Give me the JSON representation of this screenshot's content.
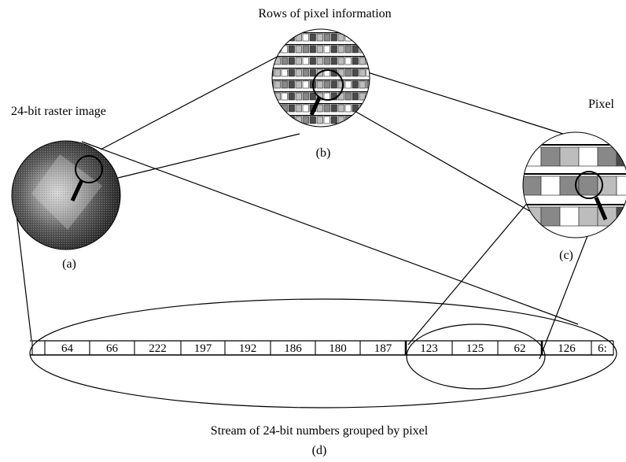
{
  "labels": {
    "rows_title": "Rows of pixel information",
    "raster_title": "24-bit raster image",
    "pixel_title": "Pixel",
    "a": "(a)",
    "b": "(b)",
    "c": "(c)",
    "d": "(d)",
    "stream_caption": "Stream of 24-bit numbers grouped by pixel"
  },
  "stream": {
    "values": [
      "64",
      "66",
      "222",
      "197",
      "192",
      "186",
      "180",
      "187",
      "123",
      "125",
      "62",
      "126",
      "6:"
    ]
  },
  "colors": {
    "dark": "#4a4a4a",
    "mid": "#888888",
    "light": "#bdbdbd",
    "white": "#ffffff",
    "ink": "#000000"
  }
}
